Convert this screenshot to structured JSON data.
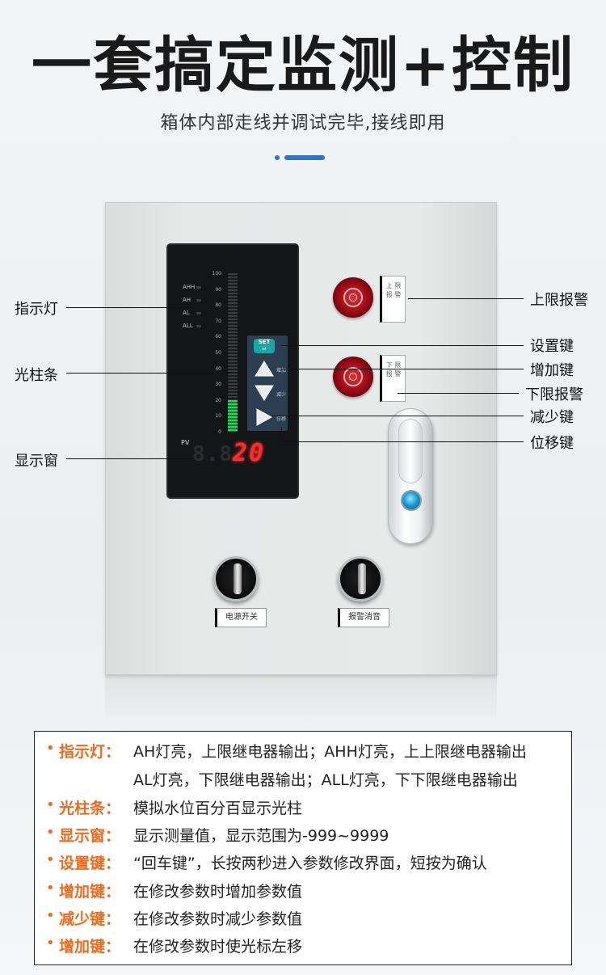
{
  "header": {
    "title": "一套搞定监测+控制",
    "subtitle": "箱体内部走线并调试完毕,接线即用"
  },
  "meter": {
    "indicators": [
      "AHH",
      "AH",
      "AL",
      "ALL"
    ],
    "scale": [
      "100",
      "90",
      "80",
      "70",
      "60",
      "50",
      "40",
      "30",
      "20",
      "10",
      "0"
    ],
    "level_percent": 20,
    "pv_label": "PV",
    "display_value": "20",
    "display_ghost": "8.8.",
    "keys": {
      "set": "SET",
      "set_symbol": "↵",
      "up_text": "增加",
      "down_text": "减少",
      "shift_text": "位移"
    }
  },
  "alarm_plates": {
    "upper": "上 限 报 警",
    "lower": "下 限 报 警"
  },
  "switch_plates": {
    "power": "电源开关",
    "mute": "报警消音"
  },
  "callouts": {
    "indicator_light": "指示灯",
    "light_bar": "光柱条",
    "display_window": "显示窗",
    "upper_alarm": "上限报警",
    "set_key": "设置键",
    "increase_key": "增加键",
    "lower_alarm": "下限报警",
    "decrease_key": "减少键",
    "shift_key": "位移键"
  },
  "legend": [
    {
      "key": "指示灯：",
      "lines": [
        "AH灯亮，上限继电器输出；AHH灯亮，上上限继电器输出",
        "AL灯亮，下限继电器输出；ALL灯亮，下下限继电器输出"
      ]
    },
    {
      "key": "光柱条：",
      "lines": [
        "模拟水位百分百显示光柱"
      ]
    },
    {
      "key": "显示窗：",
      "lines": [
        "显示测量值，显示范围为-999~9999"
      ]
    },
    {
      "key": "设置键：",
      "lines": [
        "“回车键”，长按两秒进入参数修改界面，短按为确认"
      ]
    },
    {
      "key": "增加键：",
      "lines": [
        "在修改参数时增加参数值"
      ]
    },
    {
      "key": "减少键：",
      "lines": [
        "在修改参数时减少参数值"
      ]
    },
    {
      "key": "增加键：",
      "lines": [
        "在修改参数时使光标左移"
      ]
    }
  ],
  "colors": {
    "accent_blue": "#2f74c9",
    "legend_key": "#ee6a1f",
    "bar_green": "#2fd25f",
    "display_red": "#ff2a2a",
    "alarm_red": "#a50d17"
  }
}
